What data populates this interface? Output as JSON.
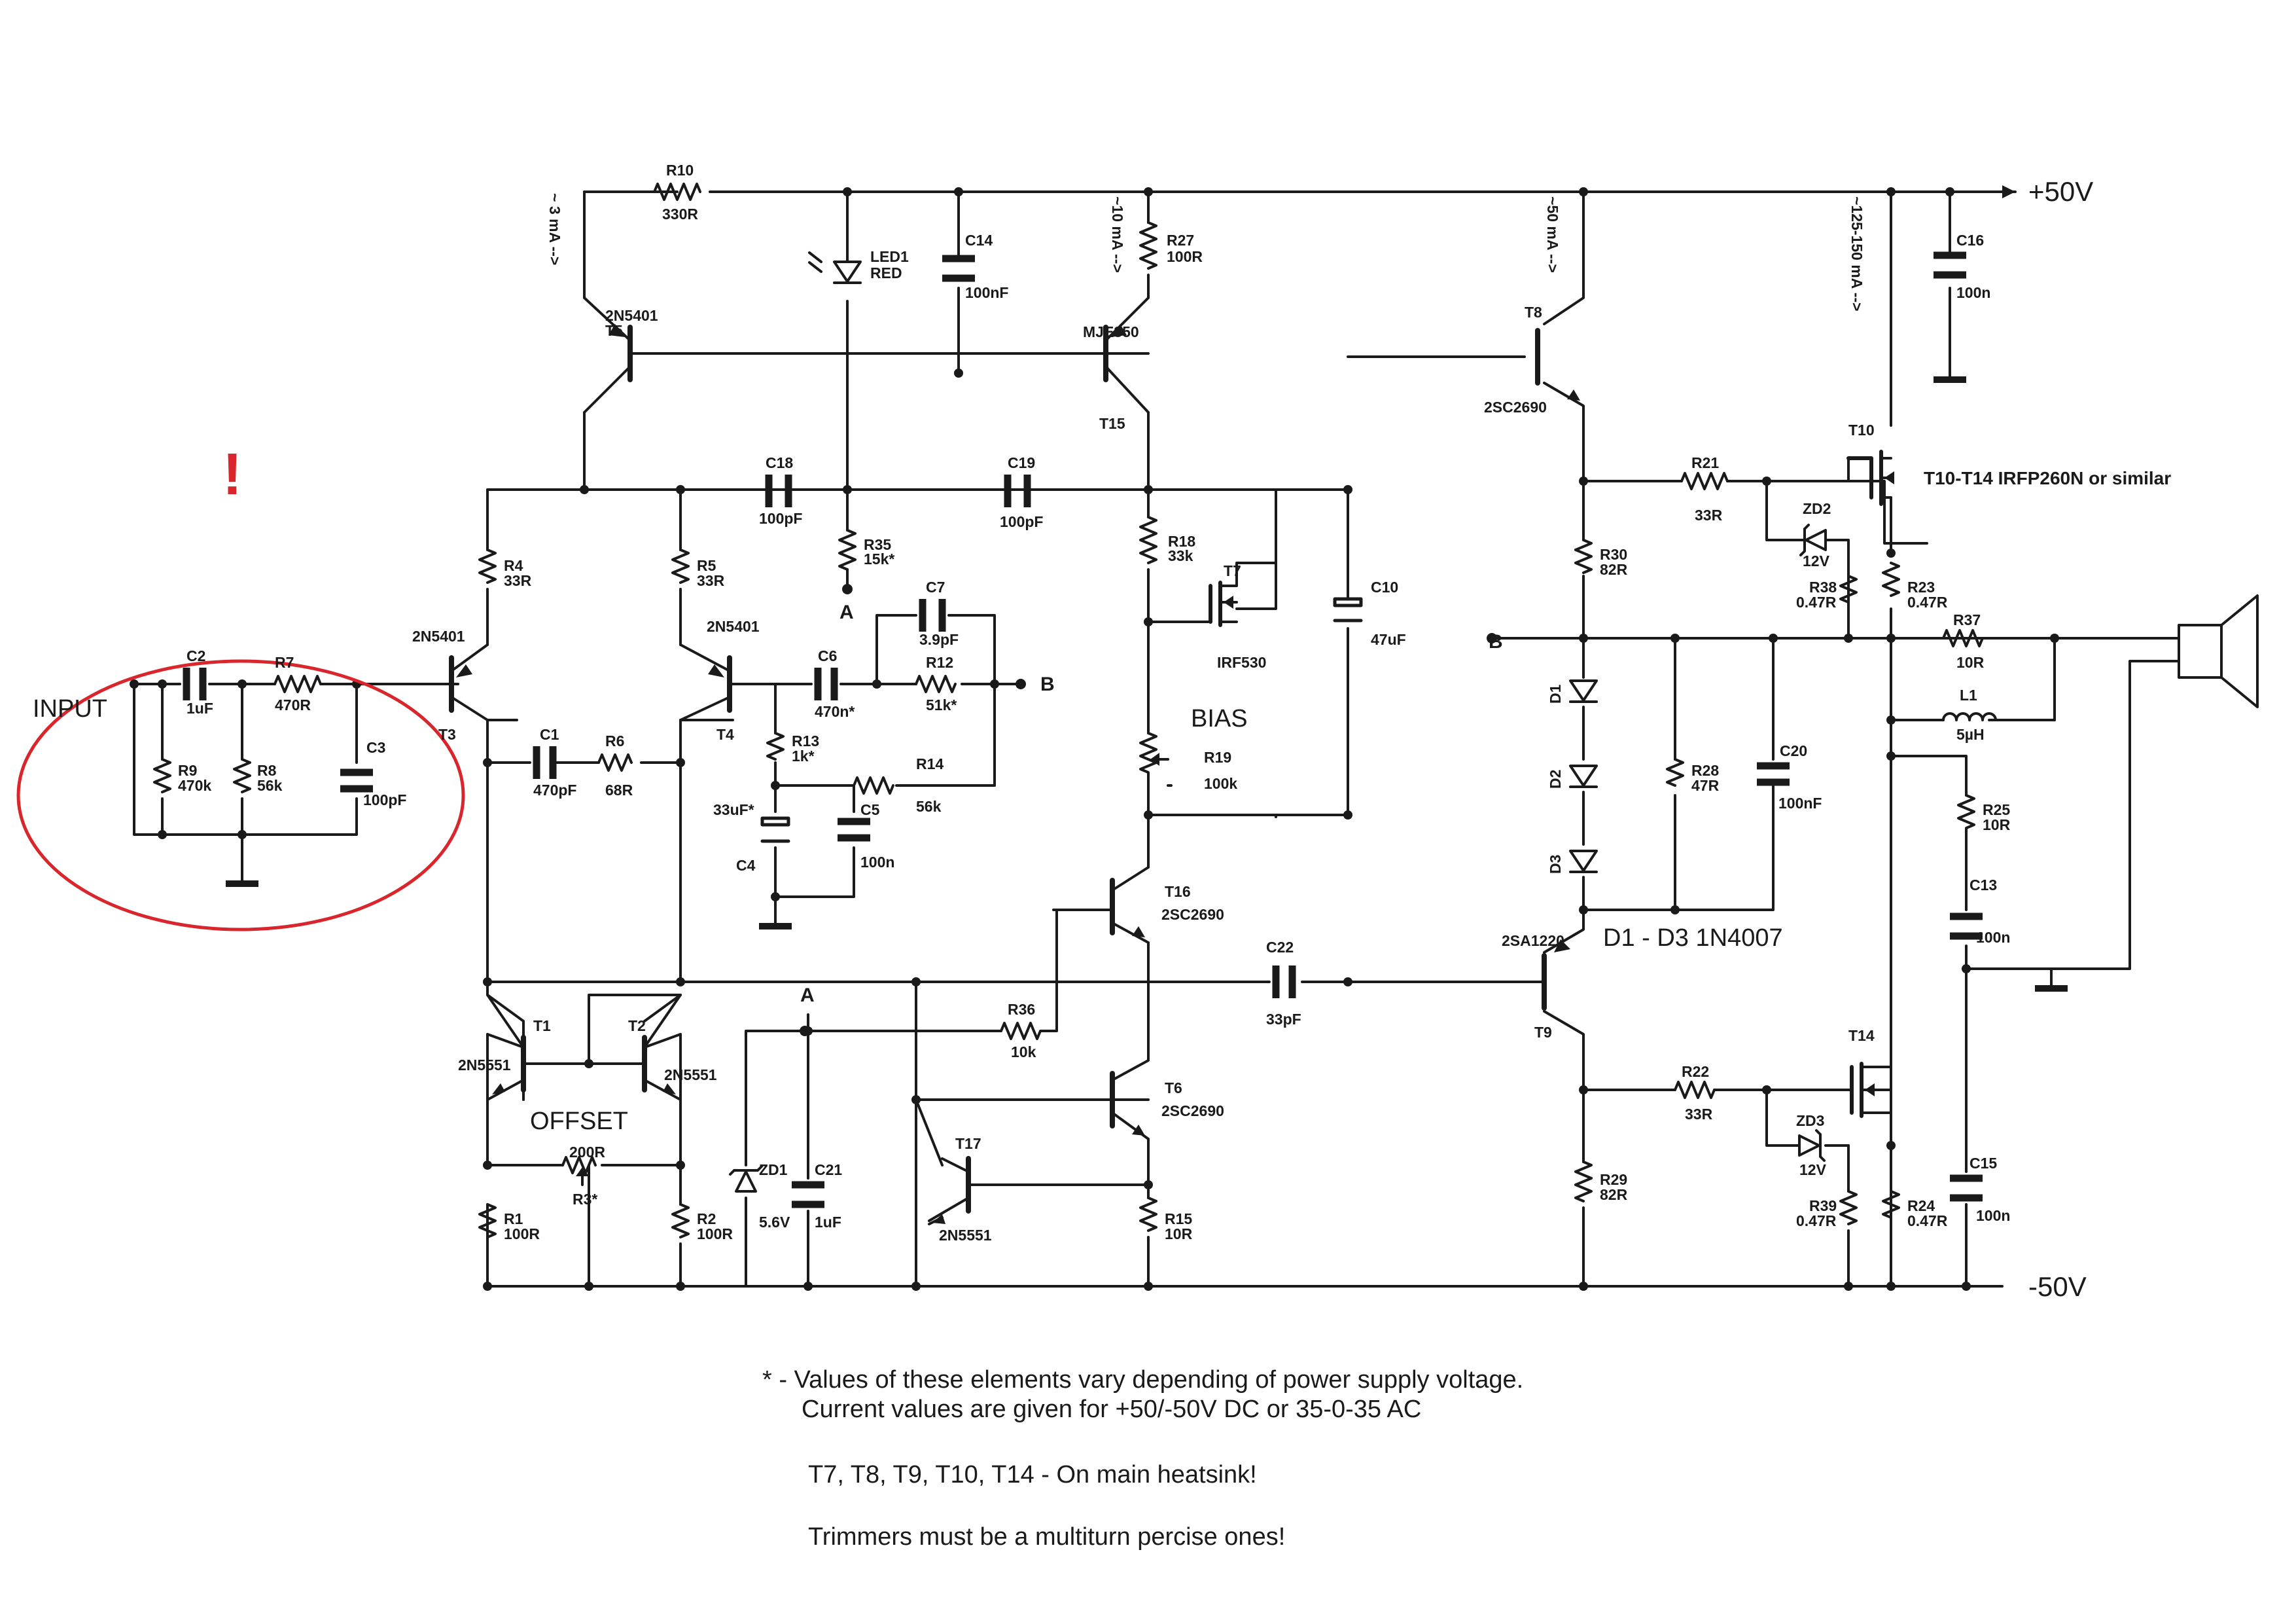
{
  "colors": {
    "wire": "#1a1a1a",
    "highlight": "#d9262c",
    "background": "#ffffff"
  },
  "rails": {
    "positive": "+50V",
    "negative": "-50V"
  },
  "section_labels": {
    "input": "INPUT",
    "offset": "OFFSET",
    "bias": "BIAS",
    "warning_mark": "!"
  },
  "nets": {
    "a": "A",
    "b": "B"
  },
  "currents": {
    "c1": "~ 3 mA -->",
    "c2": "~10 mA -->",
    "c3": "~50 mA -->",
    "c4": "~125-150 mA -->"
  },
  "title_note": "T10-T14 IRFP260N or similar",
  "diode_note": "D1 - D3 1N4007",
  "notes": [
    "* - Values of these elements vary depending of power supply voltage.",
    "Current values are given for +50/-50V DC or 35-0-35 AC",
    "T7, T8, T9, T10, T14 - On main heatsink!",
    "Trimmers must be a multiturn percise ones!"
  ],
  "components": {
    "R10": {
      "ref": "R10",
      "value": "330R"
    },
    "R27": {
      "ref": "R27",
      "value": "100R"
    },
    "LED1": {
      "ref": "LED1",
      "value": "RED"
    },
    "C14": {
      "ref": "C14",
      "value": "100nF"
    },
    "C16": {
      "ref": "C16",
      "value": "100n"
    },
    "T5": {
      "ref": "T5",
      "value": "2N5401"
    },
    "T15": {
      "ref": "T15",
      "value": "MJE350"
    },
    "T8": {
      "ref": "T8",
      "value": "2SC2690"
    },
    "T10": {
      "ref": "T10",
      "value": ""
    },
    "C18": {
      "ref": "C18",
      "value": "100pF"
    },
    "C19": {
      "ref": "C19",
      "value": "100pF"
    },
    "R35": {
      "ref": "R35",
      "value": "15k*"
    },
    "R18": {
      "ref": "R18",
      "value": "33k"
    },
    "T7": {
      "ref": "T7",
      "value": "IRF530"
    },
    "C10": {
      "ref": "C10",
      "value": "47uF"
    },
    "R21": {
      "ref": "R21",
      "value": "33R"
    },
    "ZD2": {
      "ref": "ZD2",
      "value": "12V"
    },
    "R38": {
      "ref": "R38",
      "value": "0.47R"
    },
    "R23": {
      "ref": "R23",
      "value": "0.47R"
    },
    "R30": {
      "ref": "R30",
      "value": "82R"
    },
    "R37": {
      "ref": "R37",
      "value": "10R"
    },
    "L1": {
      "ref": "L1",
      "value": "5µH"
    },
    "R4": {
      "ref": "R4",
      "value": "33R"
    },
    "R5": {
      "ref": "R5",
      "value": "33R"
    },
    "T3": {
      "ref": "T3",
      "value": "2N5401"
    },
    "T4": {
      "ref": "T4",
      "value": "2N5401"
    },
    "C2": {
      "ref": "C2",
      "value": "1uF"
    },
    "R7": {
      "ref": "R7",
      "value": "470R"
    },
    "R9": {
      "ref": "R9",
      "value": "470k"
    },
    "R8": {
      "ref": "R8",
      "value": "56k"
    },
    "C3": {
      "ref": "C3",
      "value": "100pF"
    },
    "C1": {
      "ref": "C1",
      "value": "470pF"
    },
    "R6": {
      "ref": "R6",
      "value": "68R"
    },
    "C7": {
      "ref": "C7",
      "value": "3.9pF"
    },
    "C6": {
      "ref": "C6",
      "value": "470n*"
    },
    "R12": {
      "ref": "R12",
      "value": "51k*"
    },
    "R13": {
      "ref": "R13",
      "value": "1k*"
    },
    "R14": {
      "ref": "R14",
      "value": "56k"
    },
    "C4": {
      "ref": "C4",
      "value": "33uF*"
    },
    "C5": {
      "ref": "C5",
      "value": "100n"
    },
    "R19": {
      "ref": "R19",
      "value": "100k"
    },
    "R28": {
      "ref": "R28",
      "value": "47R"
    },
    "C20": {
      "ref": "C20",
      "value": "100nF"
    },
    "D1": {
      "ref": "D1",
      "value": ""
    },
    "D2": {
      "ref": "D2",
      "value": ""
    },
    "D3": {
      "ref": "D3",
      "value": ""
    },
    "R25": {
      "ref": "R25",
      "value": "10R"
    },
    "C13": {
      "ref": "C13",
      "value": "100n"
    },
    "T16": {
      "ref": "T16",
      "value": "2SC2690"
    },
    "T9": {
      "ref": "T9",
      "value": "2SA1220"
    },
    "C22": {
      "ref": "C22",
      "value": "33pF"
    },
    "T1": {
      "ref": "T1",
      "value": "2N5551"
    },
    "T2": {
      "ref": "T2",
      "value": "2N5551"
    },
    "R3": {
      "ref": "R3*",
      "value": "200R"
    },
    "R1": {
      "ref": "R1",
      "value": "100R"
    },
    "R2": {
      "ref": "R2",
      "value": "100R"
    },
    "ZD1": {
      "ref": "ZD1",
      "value": "5.6V"
    },
    "C21": {
      "ref": "C21",
      "value": "1uF"
    },
    "R36": {
      "ref": "R36",
      "value": "10k"
    },
    "T6": {
      "ref": "T6",
      "value": "2SC2690"
    },
    "T17": {
      "ref": "T17",
      "value": "2N5551"
    },
    "R15": {
      "ref": "R15",
      "value": "10R"
    },
    "T14": {
      "ref": "T14",
      "value": ""
    },
    "R22": {
      "ref": "R22",
      "value": "33R"
    },
    "ZD3": {
      "ref": "ZD3",
      "value": "12V"
    },
    "R39": {
      "ref": "R39",
      "value": "0.47R"
    },
    "R24": {
      "ref": "R24",
      "value": "0.47R"
    },
    "R29": {
      "ref": "R29",
      "value": "82R"
    },
    "C15": {
      "ref": "C15",
      "value": "100n"
    }
  }
}
